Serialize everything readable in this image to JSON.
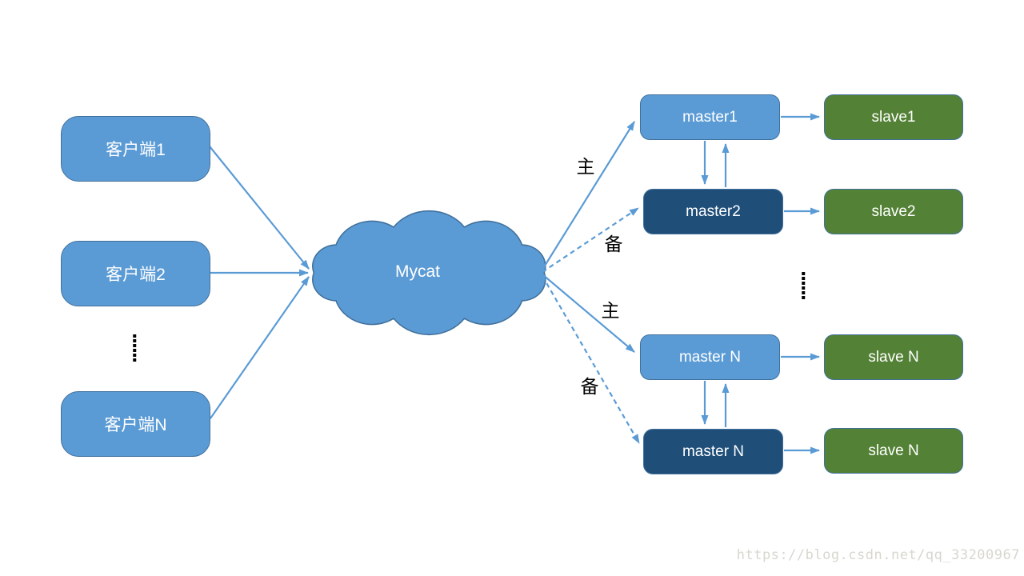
{
  "clients": [
    {
      "label": "客户端1"
    },
    {
      "label": "客户端2"
    },
    {
      "label": "客户端N"
    }
  ],
  "hub": {
    "label": "Mycat"
  },
  "groups": [
    {
      "role_label": "主",
      "master": "master1",
      "slave": "slave1",
      "master_variant": "light"
    },
    {
      "role_label": "备",
      "master": "master2",
      "slave": "slave2",
      "master_variant": "dark"
    },
    {
      "role_label": "主",
      "master": "master N",
      "slave": "slave N",
      "master_variant": "light"
    },
    {
      "role_label": "备",
      "master": "master N",
      "slave": "slave N",
      "master_variant": "dark"
    }
  ],
  "colors": {
    "line_blue": "#5B9BD5",
    "box_blue": "#5B9BD5",
    "box_dark_blue": "#1F4E79",
    "box_green": "#538135",
    "box_border": "#41719C",
    "label_black": "#000000",
    "watermark_gray": "#d7d7cf"
  },
  "watermark": "https://blog.csdn.net/qq_33200967"
}
